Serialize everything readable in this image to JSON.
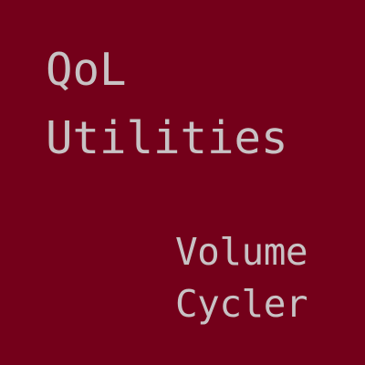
{
  "title": {
    "line1": "QoL",
    "line2": "Utilities"
  },
  "subtitle": {
    "line1": "Volume",
    "line2": "Cycler"
  },
  "colors": {
    "background": "#74001a",
    "text": "#c8c2c4"
  }
}
